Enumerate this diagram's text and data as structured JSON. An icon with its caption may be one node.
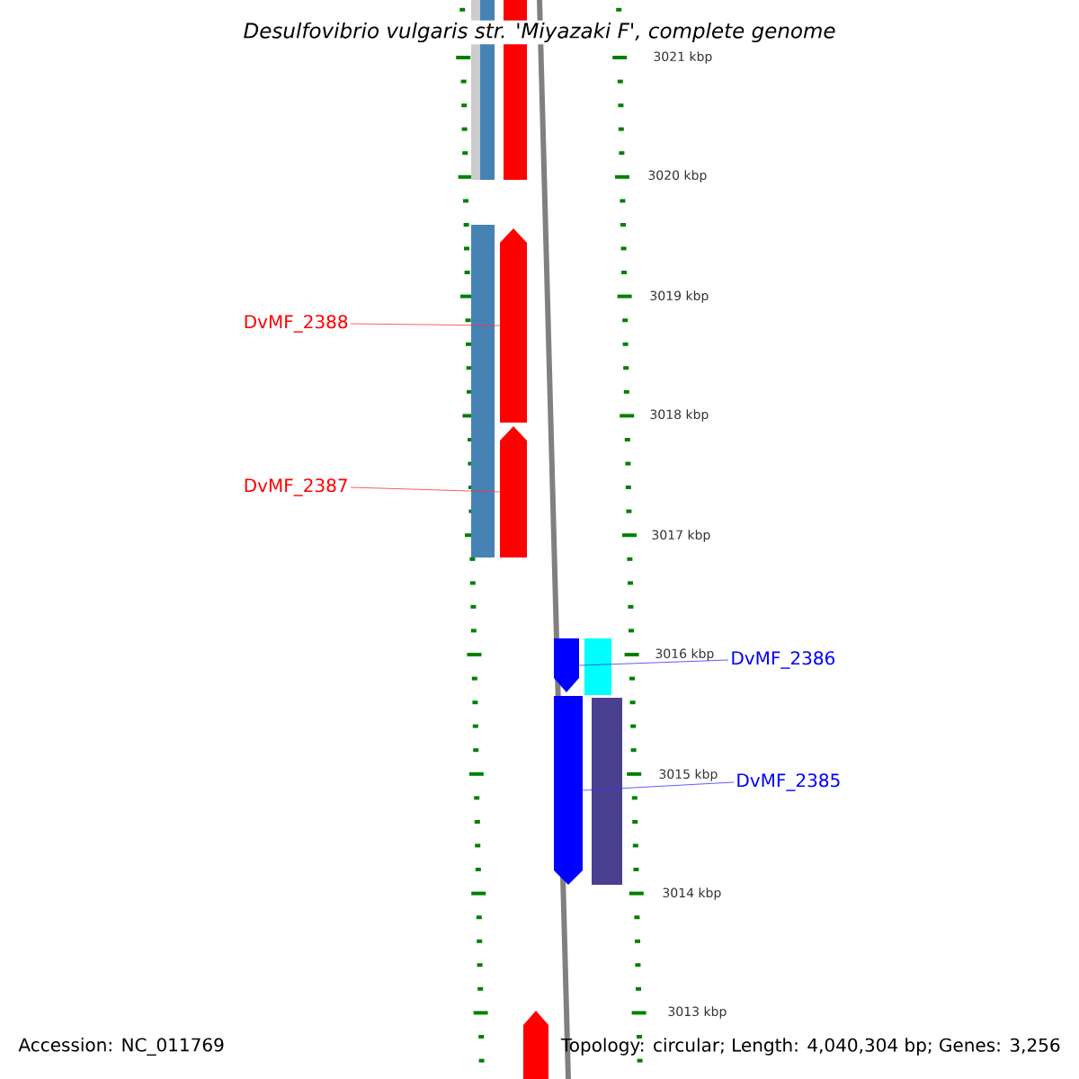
{
  "diagram": {
    "title": "Desulfovibrio vulgaris str. 'Miyazaki F', complete genome",
    "nodes": [
      {
        "text": [
          "DvMF_2388"
        ]
      },
      {
        "text": [
          "DvMF_2387"
        ]
      },
      {
        "text": [
          "DvMF_2386"
        ]
      },
      {
        "text": [
          "DvMF_2385"
        ]
      },
      {
        "text": [],
        "shape": "bar"
      },
      {
        "text": [],
        "shape": "bar"
      },
      {
        "text": [],
        "shape": "bar"
      },
      {
        "text": [],
        "shape": "bar"
      },
      {
        "text": [],
        "shape": "bar"
      },
      {
        "text": [],
        "shape": "bar"
      },
      {
        "text": [],
        "shape": "bar"
      },
      {
        "text": [],
        "shape": "bar"
      },
      {
        "text": [],
        "shape": "bar"
      },
      {
        "text": [],
        "shape": "bar"
      },
      {
        "text": [],
        "shape": "bar"
      }
    ],
    "edges": [
      {
        "from": 0,
        "to": 8,
        "arrow": "none",
        "color": "#ff3333"
      },
      {
        "from": 1,
        "to": 9,
        "arrow": "none",
        "color": "#ff3333"
      },
      {
        "from": 2,
        "to": 10,
        "arrow": "none",
        "color": "#3333ff"
      },
      {
        "from": 3,
        "to": 12,
        "arrow": "none",
        "color": "#3333ff"
      }
    ],
    "labels": [
      "3021 kbp",
      "3020 kbp",
      "3019 kbp",
      "3018 kbp",
      "3017 kbp",
      "3016 kbp",
      "3015 kbp",
      "3014 kbp",
      "3013 kbp",
      "Accession: NC_011769",
      "Topology: circular; Length: 4,040,304 bp; Genes: 3,256"
    ]
  }
}
